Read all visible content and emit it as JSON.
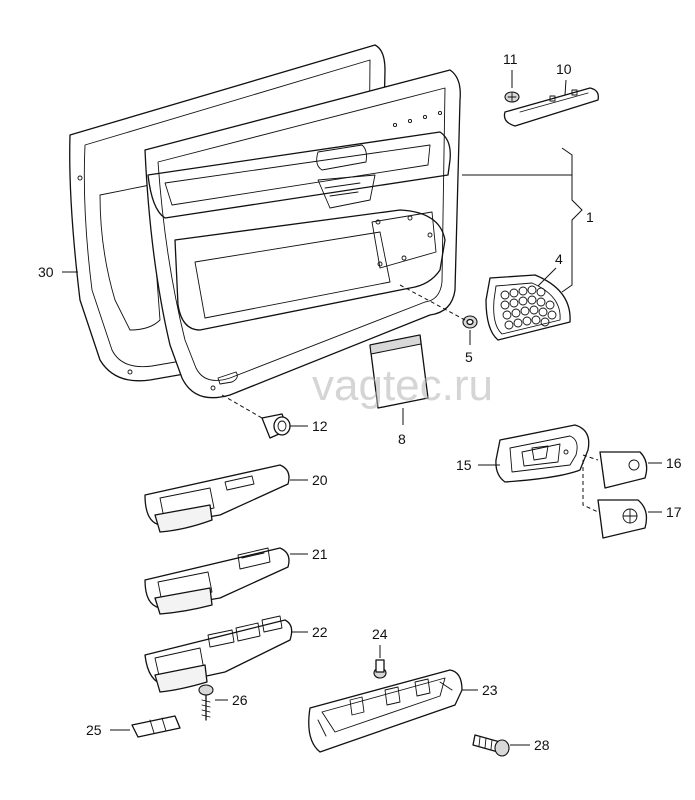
{
  "diagram": {
    "watermark": "vagtec.ru",
    "callouts": [
      "1",
      "4",
      "5",
      "8",
      "10",
      "11",
      "12",
      "15",
      "16",
      "17",
      "20",
      "21",
      "22",
      "23",
      "24",
      "25",
      "26",
      "28",
      "30"
    ]
  }
}
